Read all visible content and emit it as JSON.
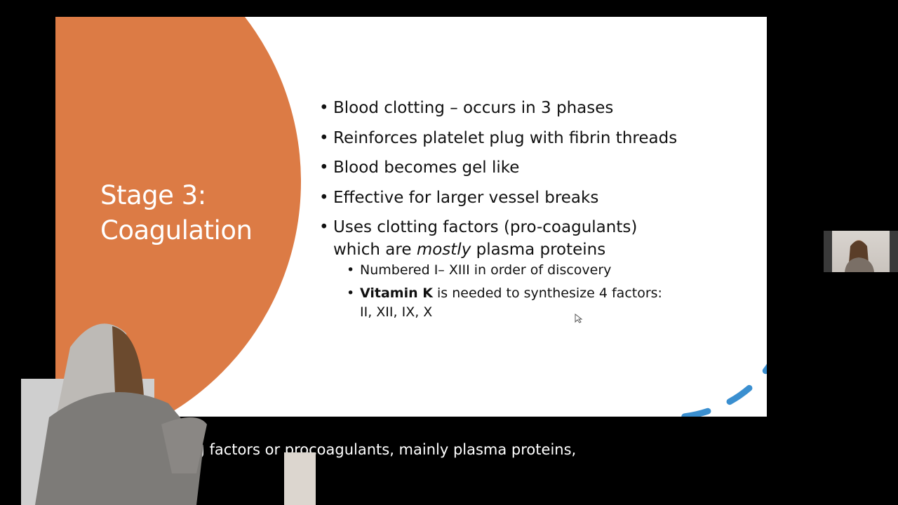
{
  "slide": {
    "title_lines": [
      "Stage 3:",
      "Coagulation"
    ],
    "bullets": [
      {
        "text": "Blood clotting – occurs in 3 phases"
      },
      {
        "text": "Reinforces platelet plug with fibrin threads"
      },
      {
        "text": "Blood becomes gel like"
      },
      {
        "text": "Effective for larger vessel breaks"
      },
      {
        "line1": "Uses clotting factors (pro-coagulants)",
        "line2_pre": "which are ",
        "line2_em": "mostly",
        "line2_post": " plasma proteins",
        "sub_bullets": [
          {
            "text": "Numbered I– XIII in order of discovery"
          },
          {
            "bold": "Vitamin K",
            "rest": " is needed to synthesize 4 factors:",
            "line2": "II, XII, IX, X"
          }
        ]
      }
    ],
    "colors": {
      "accent_orange": "#dc7b45",
      "dash_blue": "#3a8fd0",
      "background": "#ffffff"
    }
  },
  "caption": {
    "text": "otting factors or procoagulants, mainly plasma proteins,"
  },
  "webcam": {
    "icon": "presenter-video-thumbnail"
  }
}
